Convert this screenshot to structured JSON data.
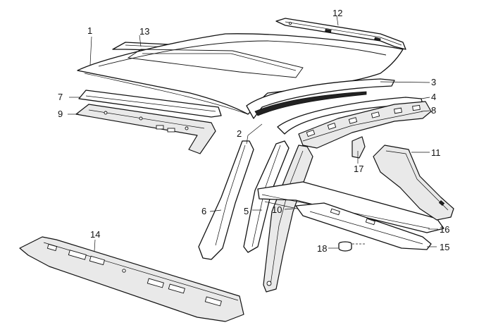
{
  "diagram": {
    "labels": [
      {
        "id": "1",
        "text": "1"
      },
      {
        "id": "2",
        "text": "2"
      },
      {
        "id": "3",
        "text": "3"
      },
      {
        "id": "4",
        "text": "4"
      },
      {
        "id": "5",
        "text": "5"
      },
      {
        "id": "6",
        "text": "6"
      },
      {
        "id": "7",
        "text": "7"
      },
      {
        "id": "8",
        "text": "8"
      },
      {
        "id": "9",
        "text": "9"
      },
      {
        "id": "10",
        "text": "10"
      },
      {
        "id": "11",
        "text": "11"
      },
      {
        "id": "12",
        "text": "12"
      },
      {
        "id": "13",
        "text": "13"
      },
      {
        "id": "14",
        "text": "14"
      },
      {
        "id": "15",
        "text": "15"
      },
      {
        "id": "16",
        "text": "16"
      },
      {
        "id": "17",
        "text": "17"
      },
      {
        "id": "18",
        "text": "18"
      }
    ],
    "colors": {
      "ink": "#111111",
      "paper": "#ffffff",
      "shade": "#e9e9e9"
    }
  }
}
